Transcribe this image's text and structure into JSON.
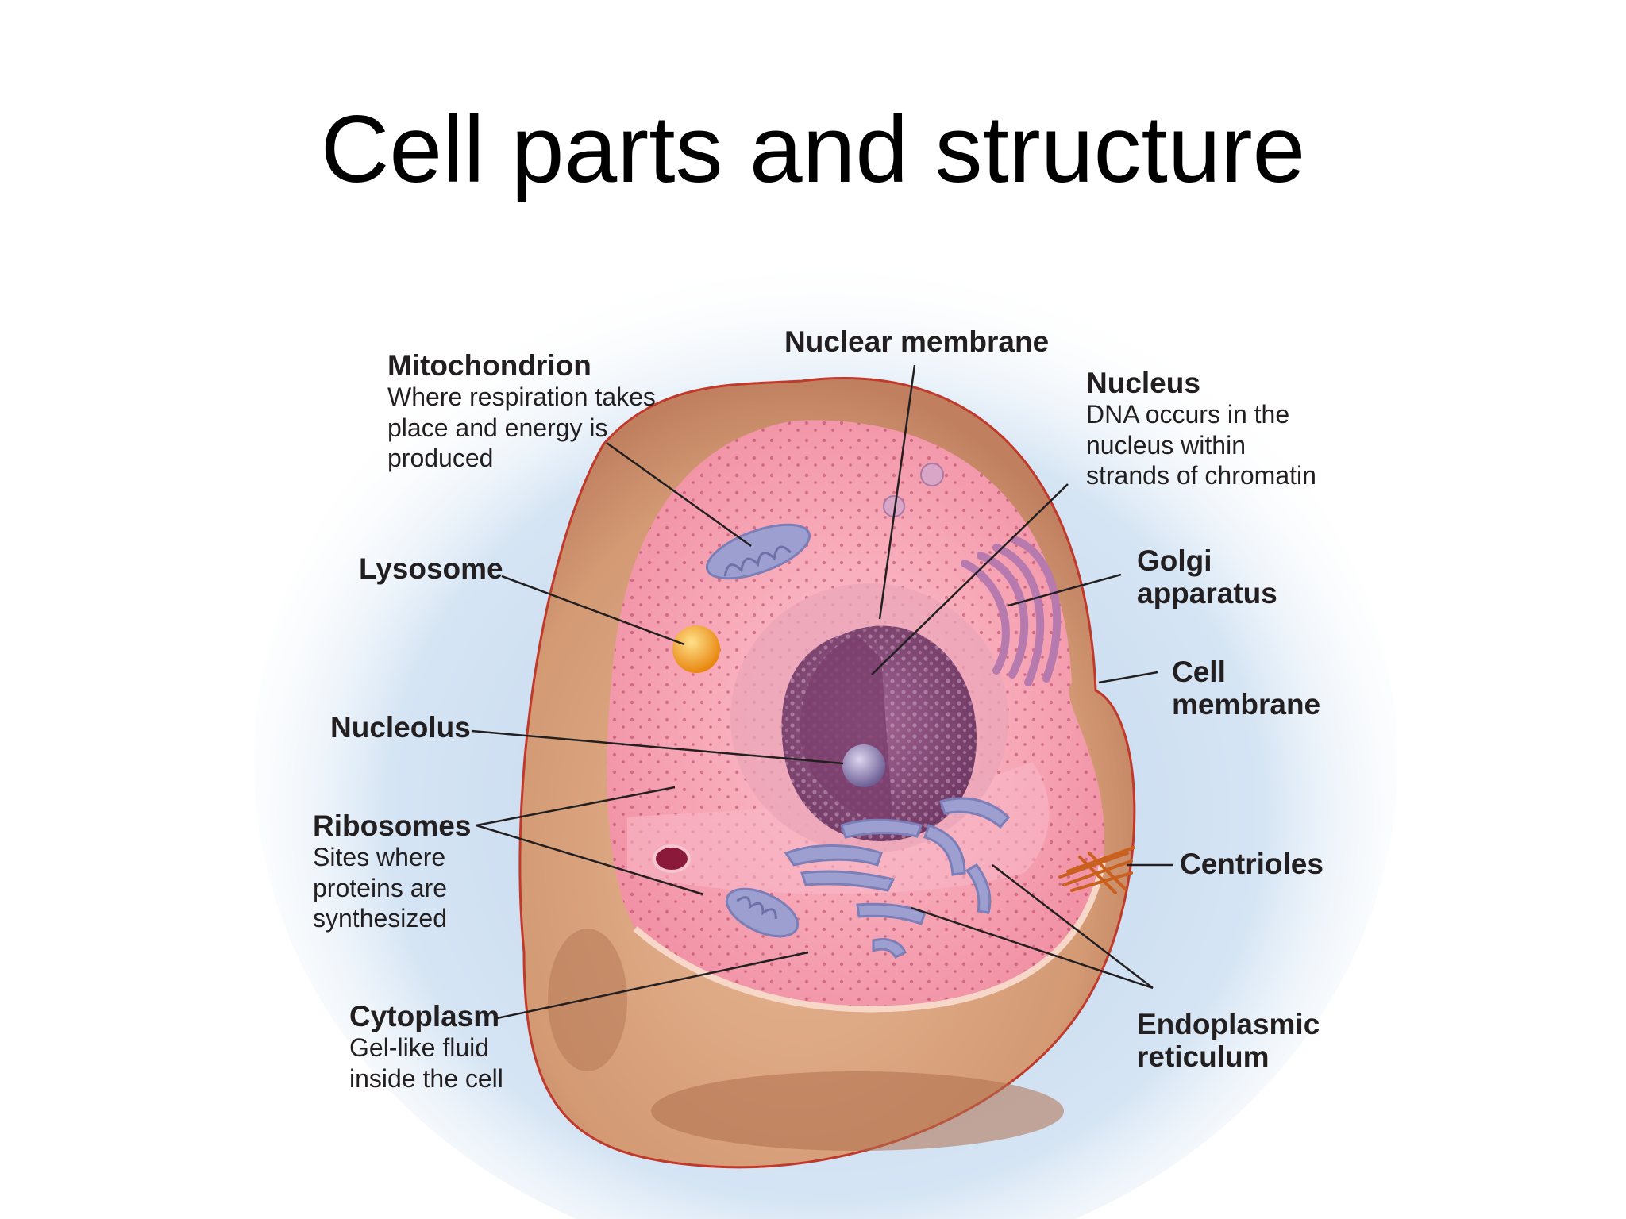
{
  "title": "Cell parts and structure",
  "labels": {
    "mitochondrion": {
      "name": "Mitochondrion",
      "desc": [
        "Where respiration takes",
        "place and energy is",
        "produced"
      ]
    },
    "nuclear_membrane": {
      "name": "Nuclear membrane"
    },
    "nucleus": {
      "name": "Nucleus",
      "desc": [
        "DNA occurs in the",
        "nucleus within",
        "strands of chromatin"
      ]
    },
    "lysosome": {
      "name": "Lysosome"
    },
    "golgi": {
      "name": [
        "Golgi",
        "apparatus"
      ]
    },
    "cell_membrane": {
      "name": [
        "Cell",
        "membrane"
      ]
    },
    "nucleolus": {
      "name": "Nucleolus"
    },
    "ribosomes": {
      "name": "Ribosomes",
      "desc": [
        "Sites where",
        "proteins are",
        "synthesized"
      ]
    },
    "centrioles": {
      "name": "Centrioles"
    },
    "cytoplasm": {
      "name": "Cytoplasm",
      "desc": [
        "Gel-like fluid",
        "inside the cell"
      ]
    },
    "er": {
      "name": [
        "Endoplasmic",
        "reticulum"
      ]
    }
  },
  "colors": {
    "background_halo": "#c9dcef",
    "cell_outer": "#d9a07b",
    "cytoplasm": "#f5a3b2",
    "membrane_line": "#c0392b",
    "nucleus": "#8a4a78",
    "organelle_purple": "#9c9fcf",
    "lysosome": "#f39c12",
    "centrioles": "#d2691e"
  }
}
